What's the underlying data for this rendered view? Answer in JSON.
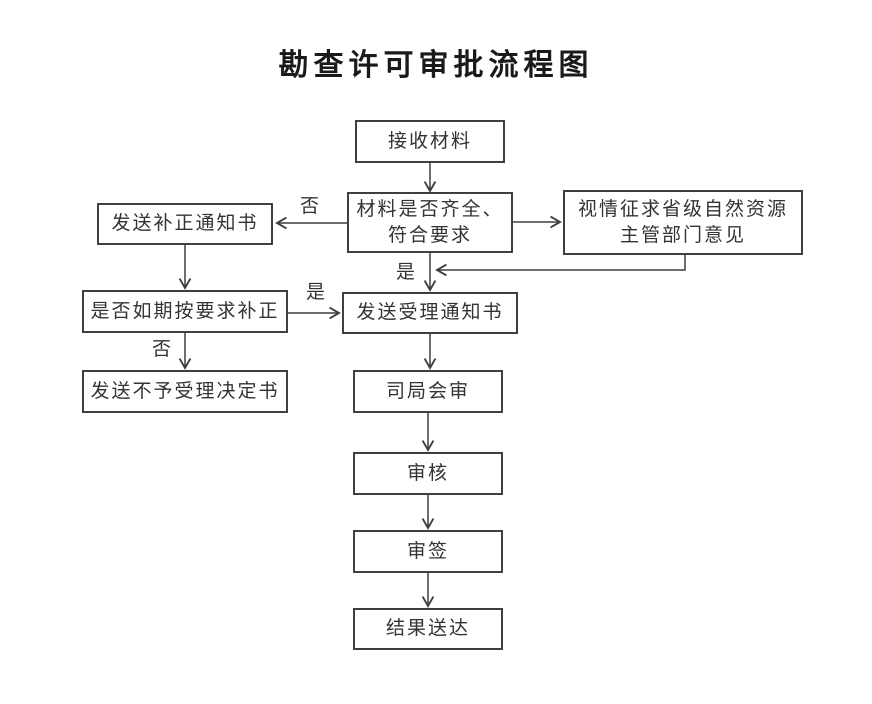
{
  "title": "勘查许可审批流程图",
  "colors": {
    "background": "#ffffff",
    "line": "#3f3f3f",
    "border": "#3f3f3f",
    "text": "#333333",
    "title_text": "#1a1a1a"
  },
  "flowchart": {
    "nodes": {
      "receive": {
        "label": "接收材料"
      },
      "check": {
        "label": "材料是否齐全、\n符合要求"
      },
      "consult": {
        "label": "视情征求省级自然资源\n主管部门意见"
      },
      "send_correction": {
        "label": "发送补正通知书"
      },
      "correction_check": {
        "label": "是否如期按要求补正"
      },
      "send_acceptance": {
        "label": "发送受理通知书"
      },
      "send_rejection": {
        "label": "发送不予受理决定书"
      },
      "joint_review": {
        "label": "司局会审"
      },
      "review": {
        "label": "审核"
      },
      "sign": {
        "label": "审签"
      },
      "deliver": {
        "label": "结果送达"
      }
    },
    "edges": [
      {
        "from": "receive",
        "to": "check",
        "label": ""
      },
      {
        "from": "check",
        "to": "send_correction",
        "label": "否"
      },
      {
        "from": "check",
        "to": "consult",
        "label": ""
      },
      {
        "from": "check",
        "to": "send_acceptance",
        "label": "是"
      },
      {
        "from": "consult",
        "to": "send_acceptance",
        "label": ""
      },
      {
        "from": "send_correction",
        "to": "correction_check",
        "label": ""
      },
      {
        "from": "correction_check",
        "to": "send_acceptance",
        "label": "是"
      },
      {
        "from": "correction_check",
        "to": "send_rejection",
        "label": "否"
      },
      {
        "from": "send_acceptance",
        "to": "joint_review",
        "label": ""
      },
      {
        "from": "joint_review",
        "to": "review",
        "label": ""
      },
      {
        "from": "review",
        "to": "sign",
        "label": ""
      },
      {
        "from": "sign",
        "to": "deliver",
        "label": ""
      }
    ]
  }
}
